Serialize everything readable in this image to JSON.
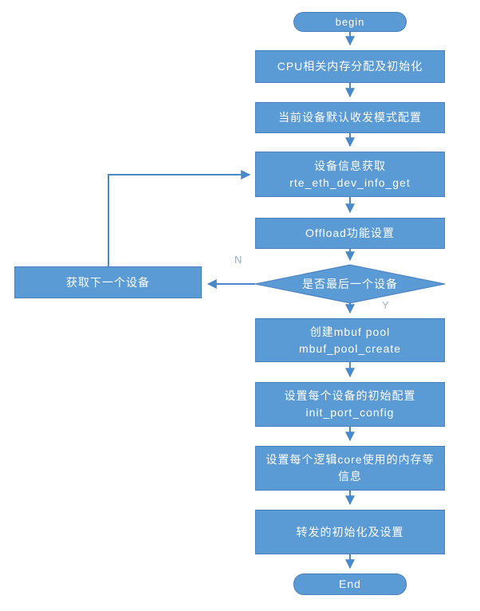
{
  "flowchart": {
    "colors": {
      "node_fill": "#5B9BD5",
      "node_border": "#4A7FBE",
      "connector": "#4A89C7",
      "node_text": "#FFFFFF",
      "edge_label_text": "#8FB3DB",
      "background": "#FFFFFF"
    },
    "nodes": {
      "begin": {
        "label": "begin"
      },
      "cpu_init": {
        "label": "CPU相关内存分配及初始化"
      },
      "default_mode": {
        "label": "当前设备默认收发模式配置"
      },
      "dev_info": {
        "line1": "设备信息获取",
        "line2": "rte_eth_dev_info_get"
      },
      "offload": {
        "label": "Offload功能设置"
      },
      "decision": {
        "label": "是否最后一个设备"
      },
      "next_device": {
        "label": "获取下一个设备"
      },
      "mbuf_pool": {
        "line1": "创建mbuf pool",
        "line2": "mbuf_pool_create"
      },
      "port_config": {
        "line1": "设置每个设备的初始配置",
        "line2": "init_port_config"
      },
      "core_mem": {
        "line1": "设置每个逻辑core使用的内存等",
        "line2": "信息"
      },
      "forward_init": {
        "label": "转发的初始化及设置"
      },
      "end": {
        "label": "End"
      }
    },
    "edge_labels": {
      "no": "N",
      "yes": "Y"
    }
  }
}
